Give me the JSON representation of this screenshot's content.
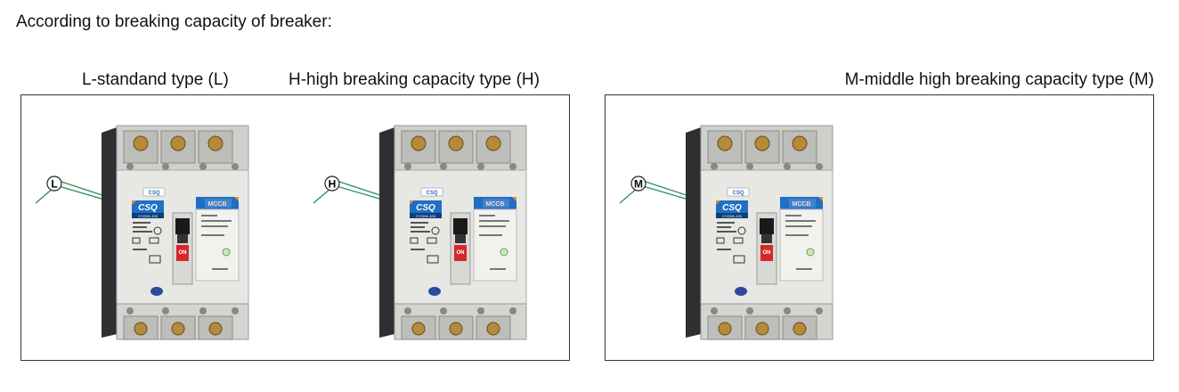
{
  "heading": "According to breaking capacity of breaker:",
  "captions": {
    "l": "L-standand type (L)",
    "h": "H-high breaking capacity type (H)",
    "m": "M-middle high breaking capacity type (M)"
  },
  "breakers": [
    {
      "marker": "L",
      "brand": "CSQ",
      "brand_small": "CSQ",
      "product_label": "MCCB",
      "model": "CYCM1-100",
      "switch_text": "ON"
    },
    {
      "marker": "H",
      "brand": "CSQ",
      "brand_small": "CSQ",
      "product_label": "MCCB",
      "model": "CYCM1-100",
      "switch_text": "ON"
    },
    {
      "marker": "M",
      "brand": "CSQ",
      "brand_small": "CSQ",
      "product_label": "MCCB",
      "model": "CYCM1-100",
      "switch_text": "ON"
    }
  ],
  "colors": {
    "brand_blue": "#1f6fc4",
    "label_orange": "#e88a2a",
    "handle_red": "#d62828",
    "marker_green": "#2e8b57",
    "housing_gray": "#e7e7e4",
    "housing_dark": "#2f2f33"
  }
}
